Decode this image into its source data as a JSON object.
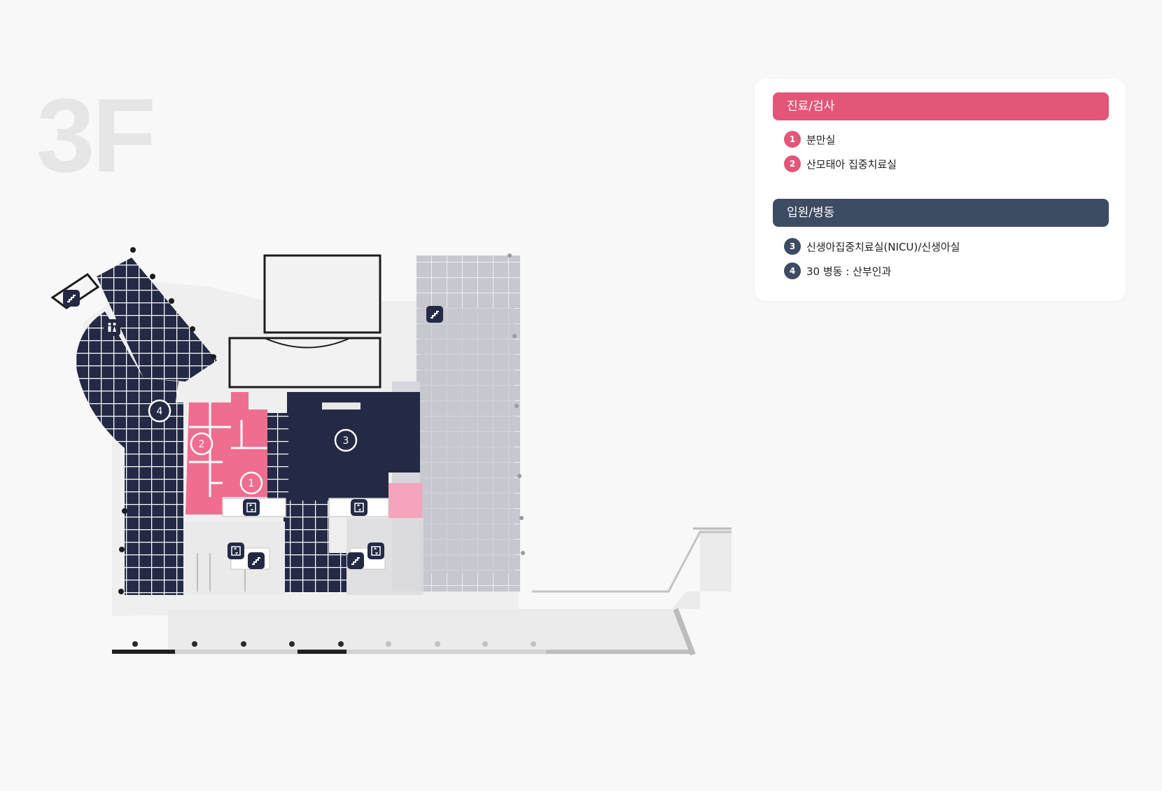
{
  "floor": "3F",
  "colors": {
    "clinic": "#e35677",
    "clinic_area": "#ef6e90",
    "ward": "#3d4b63",
    "ward_area": "#242a45",
    "inactive_area": "#c6c8cf",
    "wall": "#ffffff"
  },
  "legend": {
    "groups": [
      {
        "title": "진료/검사",
        "color": "#e35677",
        "items": [
          {
            "num": "1",
            "label": "분만실"
          },
          {
            "num": "2",
            "label": "산모태아 집중치료실"
          }
        ]
      },
      {
        "title": "입원/병동",
        "color": "#3d4b63",
        "items": [
          {
            "num": "3",
            "label": "신생아집중치료실(NICU)/신생아실"
          },
          {
            "num": "4",
            "label": "30 병동 : 산부인과"
          }
        ]
      }
    ]
  },
  "markers": [
    {
      "num": "1",
      "group": "clinic"
    },
    {
      "num": "2",
      "group": "clinic"
    },
    {
      "num": "3",
      "group": "ward"
    },
    {
      "num": "4",
      "group": "ward"
    }
  ],
  "facility_icons": [
    "stairs-icon",
    "restroom-icon",
    "elevator-icon"
  ]
}
